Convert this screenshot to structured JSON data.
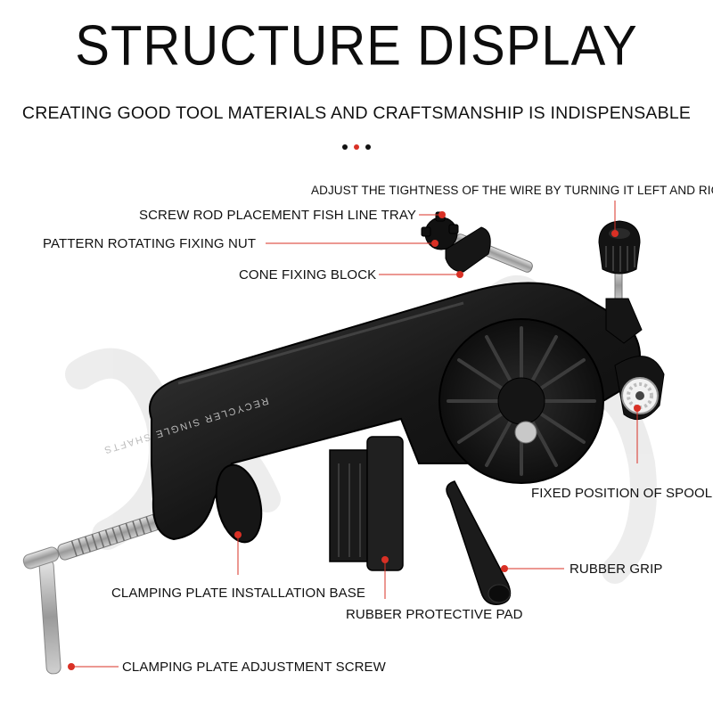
{
  "header": {
    "title": "STRUCTURE DISPLAY",
    "subtitle": "CREATING GOOD TOOL MATERIALS AND CRAFTSMANSHIP IS INDISPENSABLE"
  },
  "colors": {
    "accent": "#d93025",
    "text": "#111111",
    "product": "#1a1a1a"
  },
  "product": {
    "engraving": "RECYCLER SINGLE SHAFTS"
  },
  "callouts": [
    {
      "id": "adjust-tightness",
      "text": "ADJUST THE TIGHTNESS OF THE WIRE BY TURNING IT LEFT AND RIGHT"
    },
    {
      "id": "screw-rod",
      "text": "SCREW ROD PLACEMENT FISH LINE TRAY"
    },
    {
      "id": "pattern-nut",
      "text": "PATTERN ROTATING FIXING NUT"
    },
    {
      "id": "cone-block",
      "text": "CONE FIXING BLOCK"
    },
    {
      "id": "spool-position",
      "text": "FIXED POSITION OF SPOOL"
    },
    {
      "id": "rubber-grip",
      "text": "RUBBER GRIP"
    },
    {
      "id": "clamp-base",
      "text": "CLAMPING PLATE INSTALLATION BASE"
    },
    {
      "id": "protective-pad",
      "text": "RUBBER PROTECTIVE PAD"
    },
    {
      "id": "adjust-screw",
      "text": "CLAMPING PLATE ADJUSTMENT SCREW"
    }
  ]
}
